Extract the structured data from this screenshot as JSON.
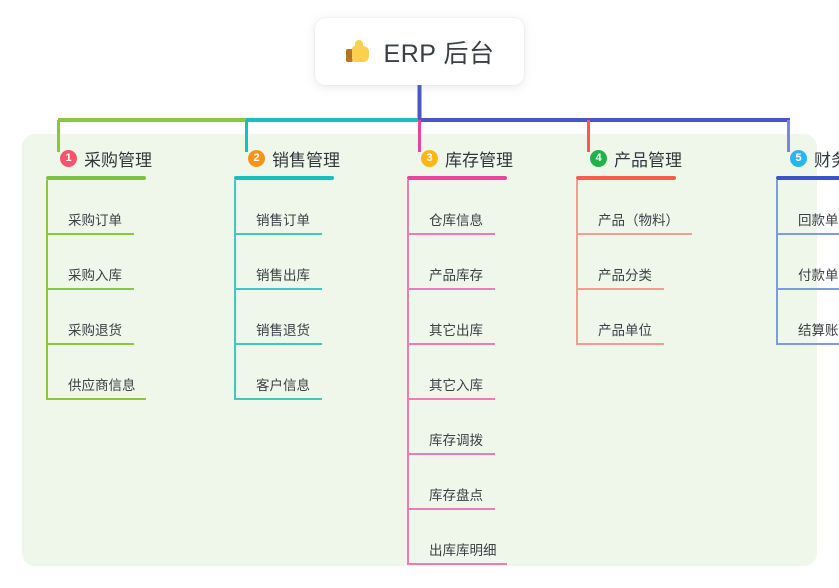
{
  "root": {
    "icon": "thumbs-up-icon",
    "emoji": "👍",
    "title": "ERP 后台"
  },
  "panel": {
    "background": "#eef7ea"
  },
  "columns": [
    {
      "index": "1",
      "badge_color": "#f4556c",
      "rule_color": "#7dc242",
      "line_color": "#8cc63f",
      "title": "采购管理",
      "leaves": [
        {
          "label": "采购订单"
        },
        {
          "label": "采购入库"
        },
        {
          "label": "采购退货"
        },
        {
          "label": "供应商信息"
        }
      ]
    },
    {
      "index": "2",
      "badge_color": "#f7931e",
      "rule_color": "#17bfbf",
      "line_color": "#3ec8c0",
      "title": "销售管理",
      "leaves": [
        {
          "label": "销售订单"
        },
        {
          "label": "销售出库"
        },
        {
          "label": "销售退货"
        },
        {
          "label": "客户信息"
        }
      ]
    },
    {
      "index": "3",
      "badge_color": "#fcb715",
      "rule_color": "#e8469b",
      "line_color": "#ef7ab5",
      "title": "库存管理",
      "leaves": [
        {
          "label": "仓库信息"
        },
        {
          "label": "产品库存"
        },
        {
          "label": "其它出库"
        },
        {
          "label": "其它入库"
        },
        {
          "label": "库存调拨"
        },
        {
          "label": "库存盘点"
        },
        {
          "label": "出库库明细"
        }
      ]
    },
    {
      "index": "4",
      "badge_color": "#22b24c",
      "rule_color": "#fa5a50",
      "line_color": "#f79a93",
      "title": "产品管理",
      "leaves": [
        {
          "label": "产品（物料）"
        },
        {
          "label": "产品分类"
        },
        {
          "label": "产品单位"
        }
      ]
    },
    {
      "index": "5",
      "badge_color": "#29b6e8",
      "rule_color": "#3a53c8",
      "line_color": "#7f9ade",
      "title": "财务管理",
      "leaves": [
        {
          "label": "回款单"
        },
        {
          "label": "付款单"
        },
        {
          "label": "结算账户"
        }
      ]
    }
  ],
  "connector_colors": {
    "bar_left": "#8cc63f",
    "bar_mid": "#17bfbf",
    "bar_right": "#4a57c8",
    "root_stem": "#4a57c8",
    "drop_1": "#8cc63f",
    "drop_2": "#17bfbf",
    "drop_3": "#e8469b",
    "drop_4": "#fa5a50",
    "drop_5": "#6f8ddb"
  }
}
